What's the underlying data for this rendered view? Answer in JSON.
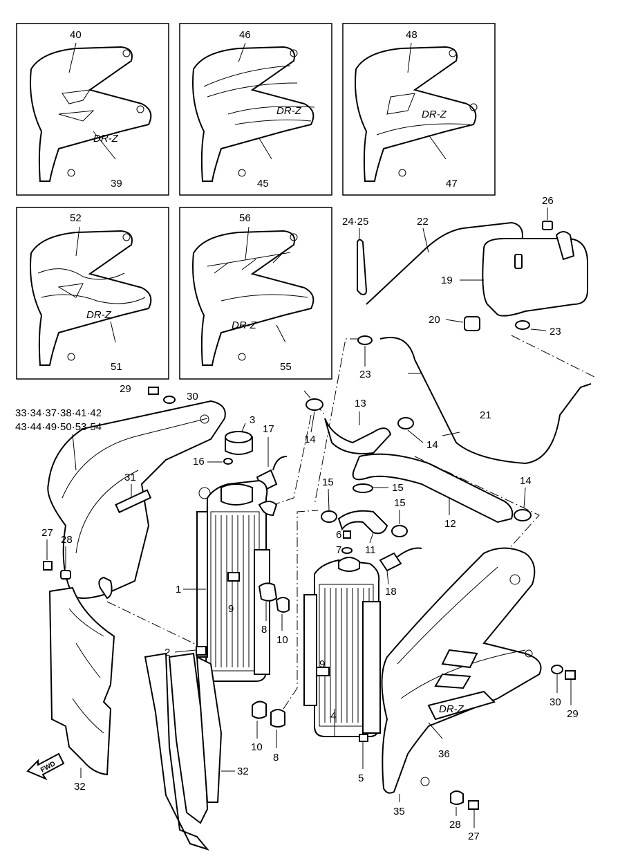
{
  "diagram": {
    "callouts": {
      "p40": "40",
      "p39": "39",
      "p46": "46",
      "p45": "45",
      "p48": "48",
      "p47": "47",
      "p52": "52",
      "p51": "51",
      "p56": "56",
      "p55": "55",
      "p24_25": "24·25",
      "p22": "22",
      "p26": "26",
      "p19": "19",
      "p20": "20",
      "p23a": "23",
      "p23b": "23",
      "p29a": "29",
      "p30a": "30",
      "group_line1": "33·34·37·38·41·42",
      "group_line2": "43·44·49·50·53·54",
      "p3": "3",
      "p17": "17",
      "p16": "16",
      "p31": "31",
      "p13": "13",
      "p14a": "14",
      "p14b": "14",
      "p21": "21",
      "p15a": "15",
      "p15b": "15",
      "p15c": "15",
      "p14c": "14",
      "p12": "12",
      "p6": "6",
      "p7": "7",
      "p11": "11",
      "p18": "18",
      "p27a": "27",
      "p28a": "28",
      "p1": "1",
      "p9a": "9",
      "p8a": "8",
      "p10a": "10",
      "p2": "2",
      "p9b": "9",
      "p10b": "10",
      "p8b": "8",
      "p4": "4",
      "p5": "5",
      "p32a": "32",
      "p32b": "32",
      "p36": "36",
      "p30b": "30",
      "p29b": "29",
      "p35": "35",
      "p28b": "28",
      "p27b": "27"
    },
    "logo_text": "DR-Z",
    "fwd_label": "FWD"
  }
}
